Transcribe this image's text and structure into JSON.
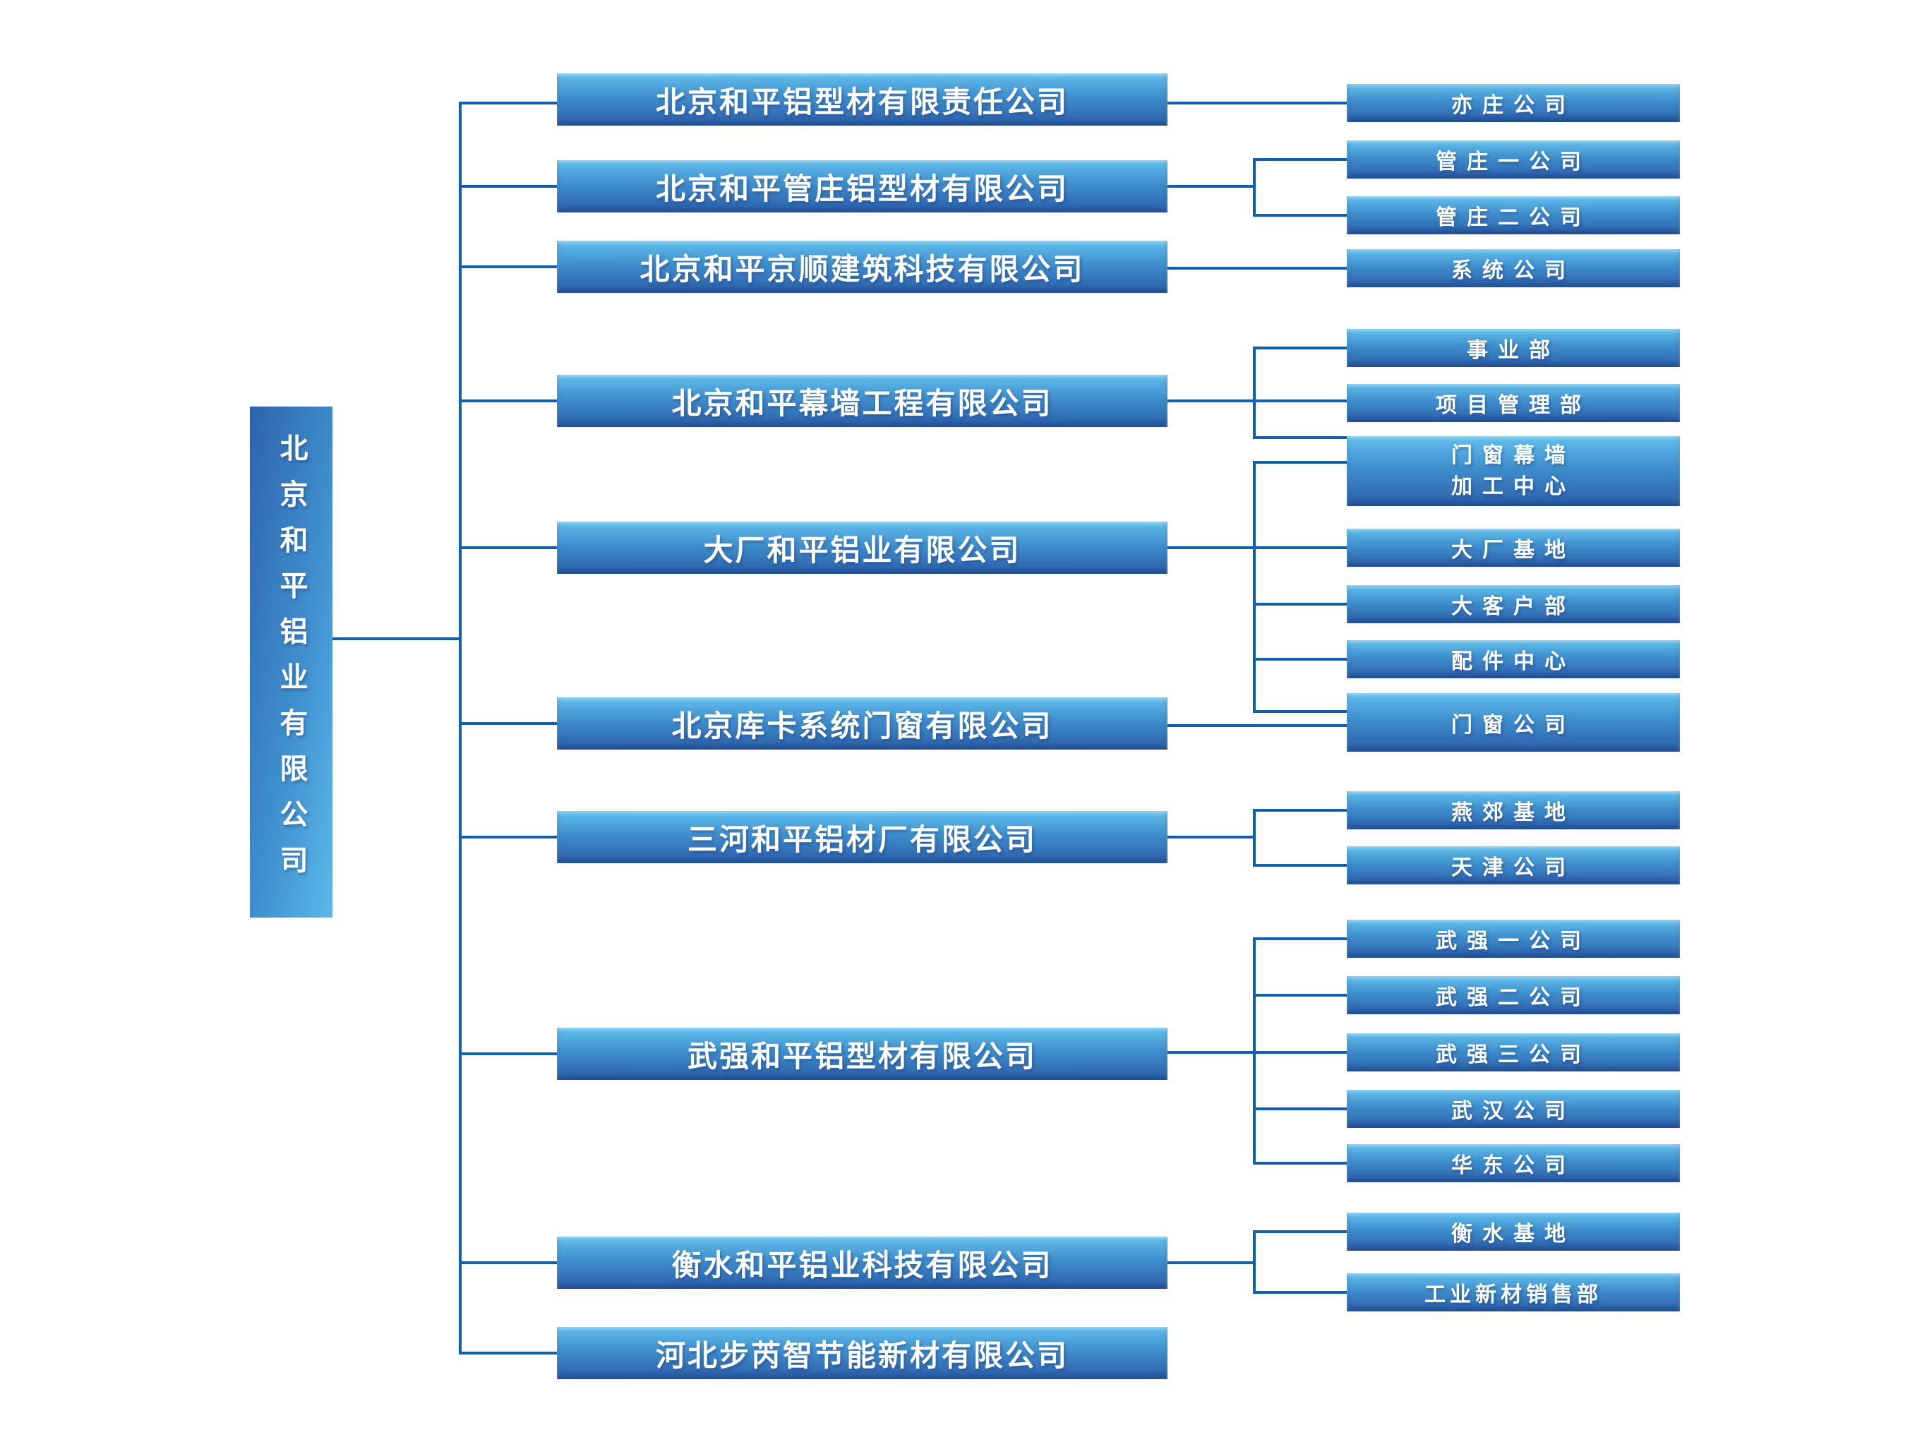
{
  "colors": {
    "connector_line": "#1160ae",
    "box_gradient_top": "#62c0ed",
    "box_gradient_bottom": "#2b5da9",
    "root_gradient_left": "#2e63ad",
    "root_gradient_right": "#5ab9e9",
    "text": "#ffffff",
    "background": "#ffffff"
  },
  "root": {
    "label": "北京和平铝业有限公司"
  },
  "companies": [
    {
      "label": "北京和平铝型材有限责任公司",
      "children": [
        "亦庄公司"
      ]
    },
    {
      "label": "北京和平管庄铝型材有限公司",
      "children": [
        "管庄一公司",
        "管庄二公司"
      ]
    },
    {
      "label": "北京和平京顺建筑科技有限公司",
      "children": [
        "系统公司"
      ]
    },
    {
      "label": "北京和平幕墙工程有限公司",
      "children": [
        "事业部",
        "项目管理部",
        "门窗幕墙加工中心"
      ]
    },
    {
      "label": "大厂和平铝业有限公司",
      "children": [
        "门窗幕墙加工中心",
        "大厂基地",
        "大客户部",
        "配件中心",
        "门窗公司"
      ]
    },
    {
      "label": "北京库卡系统门窗有限公司",
      "children": [
        "门窗公司"
      ]
    },
    {
      "label": "三河和平铝材厂有限公司",
      "children": [
        "燕郊基地",
        "天津公司"
      ]
    },
    {
      "label": "武强和平铝型材有限公司",
      "children": [
        "武强一公司",
        "武强二公司",
        "武强三公司",
        "武汉公司",
        "华东公司"
      ]
    },
    {
      "label": "衡水和平铝业科技有限公司",
      "children": [
        "衡水基地",
        "工业新材销售部"
      ]
    },
    {
      "label": "河北步芮智节能新材有限公司",
      "children": []
    }
  ],
  "departments": [
    {
      "label": "亦庄公司"
    },
    {
      "label": "管庄一公司"
    },
    {
      "label": "管庄二公司"
    },
    {
      "label": "系统公司"
    },
    {
      "label": "事业部"
    },
    {
      "label": "项目管理部"
    },
    {
      "label": "门窗幕墙\n加工中心"
    },
    {
      "label": "大厂基地"
    },
    {
      "label": "大客户部"
    },
    {
      "label": "配件中心"
    },
    {
      "label": "门窗公司"
    },
    {
      "label": "燕郊基地"
    },
    {
      "label": "天津公司"
    },
    {
      "label": "武强一公司"
    },
    {
      "label": "武强二公司"
    },
    {
      "label": "武强三公司"
    },
    {
      "label": "武汉公司"
    },
    {
      "label": "华东公司"
    },
    {
      "label": "衡水基地"
    },
    {
      "label": "工业新材销售部"
    }
  ]
}
